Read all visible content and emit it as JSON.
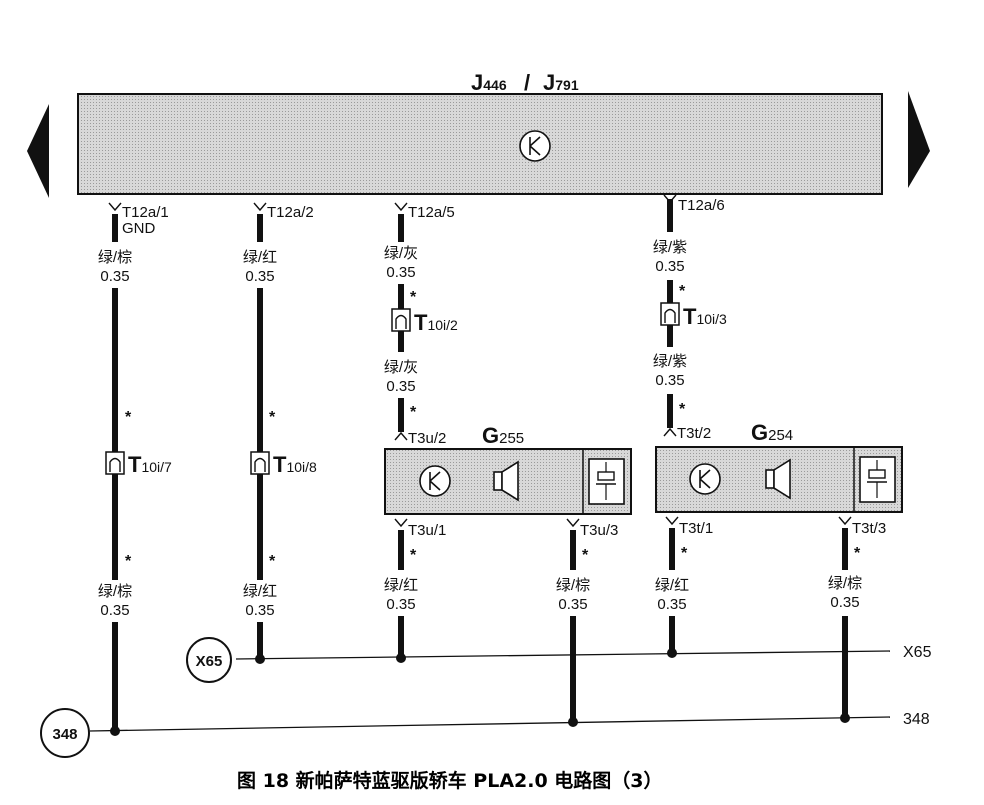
{
  "header": {
    "j1_letter": "J",
    "j1_num": "446",
    "separator": "/",
    "j2_letter": "J",
    "j2_num": "791"
  },
  "pins": {
    "a1": "T12a/1",
    "a1_sub": "GND",
    "a2": "T12a/2",
    "a5": "T12a/5",
    "a6": "T12a/6",
    "u2": "T3u/2",
    "u1": "T3u/1",
    "u3": "T3u/3",
    "t2": "T3t/2",
    "t1": "T3t/1",
    "t3": "T3t/3"
  },
  "connectors": {
    "c7": {
      "letter": "T",
      "num": "10i/7"
    },
    "c8": {
      "letter": "T",
      "num": "10i/8"
    },
    "c2": {
      "letter": "T",
      "num": "10i/2"
    },
    "c3": {
      "letter": "T",
      "num": "10i/3"
    }
  },
  "components": {
    "g255": {
      "letter": "G",
      "num": "255"
    },
    "g254": {
      "letter": "G",
      "num": "254"
    }
  },
  "wires": {
    "w1_top": {
      "color": "绿/棕",
      "size": "0.35"
    },
    "w1_bot": {
      "color": "绿/棕",
      "size": "0.35"
    },
    "w2_top": {
      "color": "绿/红",
      "size": "0.35"
    },
    "w2_bot": {
      "color": "绿/红",
      "size": "0.35"
    },
    "w3_top": {
      "color": "绿/灰",
      "size": "0.35"
    },
    "w3_mid": {
      "color": "绿/灰",
      "size": "0.35"
    },
    "w3_bot": {
      "color": "绿/红",
      "size": "0.35"
    },
    "w4_bot": {
      "color": "绿/棕",
      "size": "0.35"
    },
    "w5_top": {
      "color": "绿/紫",
      "size": "0.35"
    },
    "w5_mid": {
      "color": "绿/紫",
      "size": "0.35"
    },
    "w5_bot": {
      "color": "绿/红",
      "size": "0.35"
    },
    "w6_bot": {
      "color": "绿/棕",
      "size": "0.35"
    }
  },
  "asterisk": "*",
  "grounds": {
    "x65_circle": "X65",
    "x65_right": "X65",
    "g348_circle": "348",
    "g348_right": "348"
  },
  "caption": "图 18  新帕萨特蓝驱版轿车 PLA2.0 电路图（3）",
  "colors": {
    "module_fill": "#cfcfcf",
    "wire": "#111111",
    "background": "#ffffff"
  }
}
